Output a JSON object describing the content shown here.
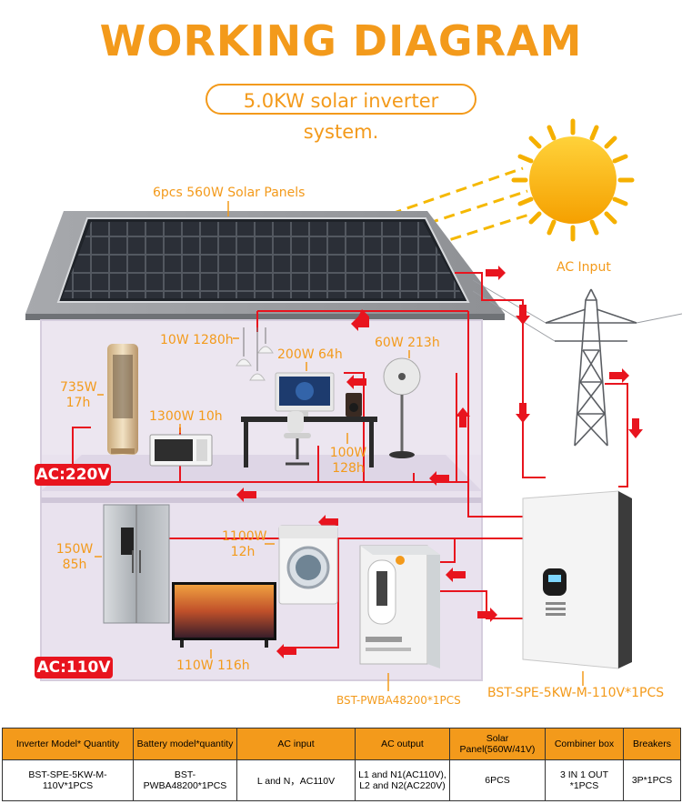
{
  "title": "WORKING DIAGRAM",
  "subtitle": "5.0KW solar inverter system.",
  "labels": {
    "solar_panels": "6pcs 560W Solar Panels",
    "ac_input": "AC Input",
    "lamp": "10W 1280h",
    "computer": "200W 64h",
    "fan": "60W 213h",
    "ac_unit_power": "735W",
    "ac_unit_hours": "17h",
    "microwave": "1300W 10h",
    "speaker_power": "100W",
    "speaker_hours": "128h",
    "fridge_power": "150W",
    "fridge_hours": "85h",
    "washer_power": "1100W",
    "washer_hours": "12h",
    "tv": "110W 116h",
    "battery_model": "BST-PWBA48200*1PCS",
    "inverter_model": "BST-SPE-5KW-M-110V*1PCS"
  },
  "badges": {
    "ac220": "AC:220V",
    "ac110": "AC:110V"
  },
  "colors": {
    "accent": "#f39a1b",
    "arrow_red": "#e8141e",
    "wire_red": "#e8141e"
  },
  "table": {
    "headers": [
      "Inverter Model* Quantity",
      "Battery model*quantity",
      "AC input",
      "AC output",
      "Solar Panel(560W/41V)",
      "Combiner box",
      "Breakers"
    ],
    "row": {
      "inverter": "BST-SPE-5KW-M-110V*1PCS",
      "battery": "BST-PWBA48200*1PCS",
      "ac_input": "L and N，AC110V",
      "ac_output_1": "L1 and N1(AC110V),",
      "ac_output_2": "L2 and N2(AC220V)",
      "solar_panel": "6PCS",
      "combiner_box": "3 IN 1 OUT *1PCS",
      "breakers": "3P*1PCS"
    }
  }
}
